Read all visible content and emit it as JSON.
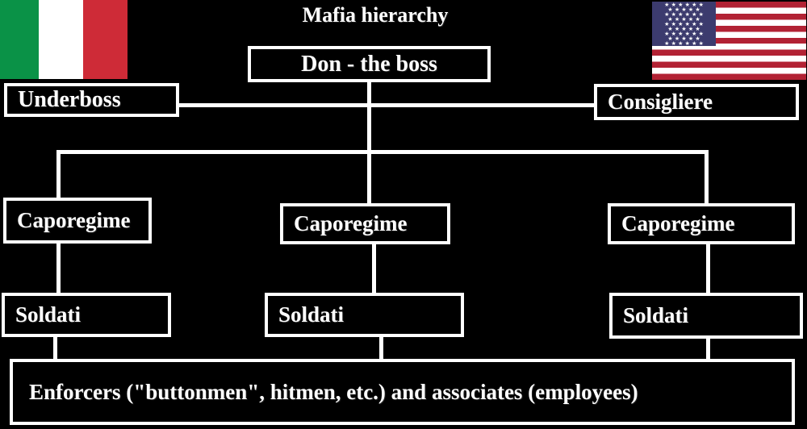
{
  "title": "Mafia hierarchy",
  "nodes": {
    "don": {
      "label": "Don - the boss"
    },
    "underboss": {
      "label": "Underboss"
    },
    "consigliere": {
      "label": "Consigliere"
    },
    "caporegime_1": {
      "label": "Caporegime"
    },
    "caporegime_2": {
      "label": "Caporegime"
    },
    "caporegime_3": {
      "label": "Caporegime"
    },
    "soldati_1": {
      "label": "Soldati"
    },
    "soldati_2": {
      "label": "Soldati"
    },
    "soldati_3": {
      "label": "Soldati"
    },
    "enforcers": {
      "label": "Enforcers (\"buttonmen\", hitmen, etc.) and associates (employees)"
    }
  },
  "flags": {
    "italy": {
      "icon": "italy-flag-icon",
      "colors": {
        "green": "#0a9247",
        "white": "#ffffff",
        "red": "#ce2b37"
      }
    },
    "us": {
      "icon": "us-flag-icon",
      "colors": {
        "red": "#b22234",
        "white": "#ffffff",
        "blue": "#3c3b6e"
      },
      "star_rows": [
        "★ ★ ★ ★ ★ ★",
        "★ ★ ★ ★ ★",
        "★ ★ ★ ★ ★ ★",
        "★ ★ ★ ★ ★",
        "★ ★ ★ ★ ★ ★",
        "★ ★ ★ ★ ★",
        "★ ★ ★ ★ ★ ★",
        "★ ★ ★ ★ ★",
        "★ ★ ★ ★ ★ ★"
      ]
    }
  },
  "colors": {
    "background": "#000000",
    "box_border": "#ffffff",
    "box_fill": "#000000",
    "text": "#ffffff",
    "connector": "#ffffff"
  }
}
